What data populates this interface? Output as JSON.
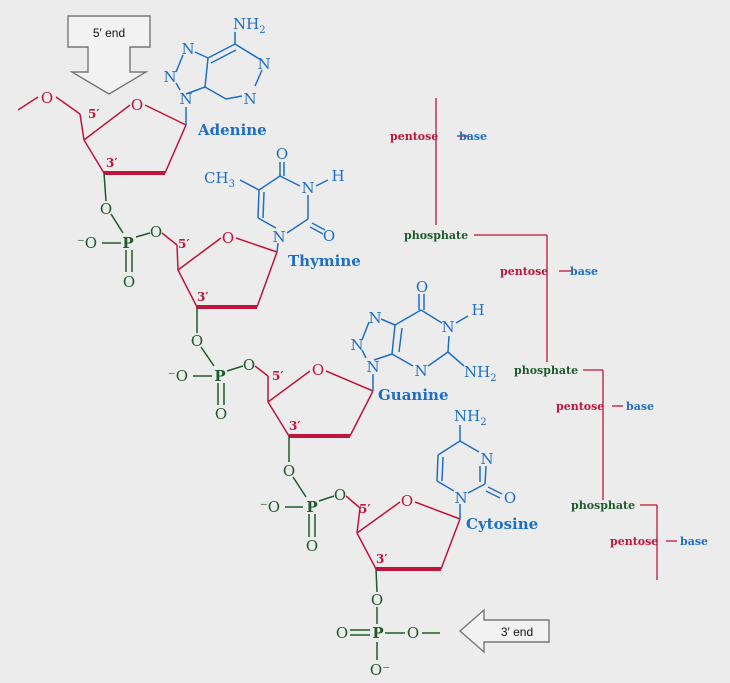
{
  "end_labels": {
    "five_prime": "5′ end",
    "three_prime": "3′ end"
  },
  "bases": {
    "adenine": {
      "name": "Adenine",
      "nh2": "NH",
      "sub2": "2",
      "N": "N"
    },
    "thymine": {
      "name": "Thymine",
      "ch3": "CH",
      "sub3": "3",
      "O": "O",
      "N": "N",
      "H": "H"
    },
    "guanine": {
      "name": "Guanine",
      "nh2": "NH",
      "sub2": "2",
      "O": "O",
      "N": "N",
      "H": "H"
    },
    "cytosine": {
      "name": "Cytosine",
      "nh2": "NH",
      "sub2": "2",
      "O": "O",
      "N": "N"
    }
  },
  "sugar": {
    "five": "5′",
    "three": "3′",
    "ring_o": "O"
  },
  "phosphate_atoms": {
    "O": "O",
    "P": "P",
    "neg_O": "⁻O",
    "O_neg": "O⁻"
  },
  "schematic": {
    "pentose": "pentose",
    "base": "base",
    "phosphate": "phosphate"
  },
  "colors": {
    "sugar_red": "#c0143c",
    "base_blue": "#1e6fc4",
    "phosphate_green": "#1e5a2a",
    "background": "#ececec"
  }
}
